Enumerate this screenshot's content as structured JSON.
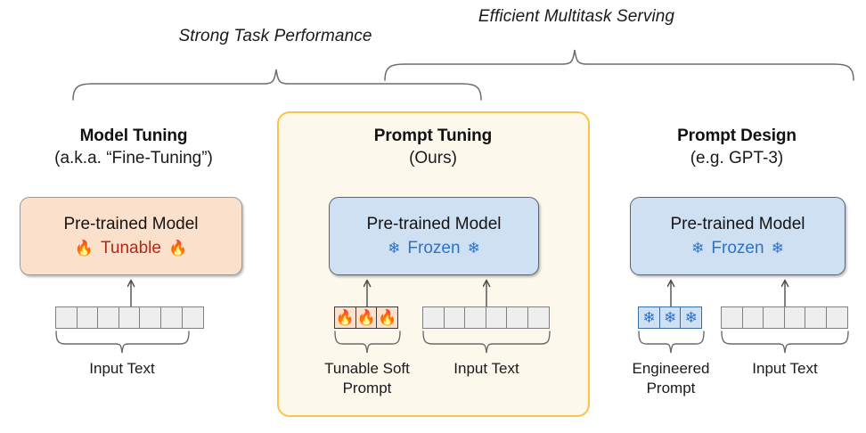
{
  "brackets": [
    {
      "label": "Strong Task Performance"
    },
    {
      "label": "Efficient Multitask Serving"
    }
  ],
  "columns": [
    {
      "id": "model-tuning",
      "title": "Model Tuning",
      "subtitle": "(a.k.a. “Fine-Tuning”)",
      "highlighted": false,
      "model_box": {
        "line1": "Pre-trained Model",
        "line2": "Tunable",
        "state": "tunable",
        "icon_left": "fire-icon",
        "icon_right": "fire-icon",
        "icon_glyph": "🔥"
      },
      "groups": [
        {
          "label": "Input Text",
          "cells": 7,
          "kind": "plain",
          "glyph": ""
        }
      ]
    },
    {
      "id": "prompt-tuning",
      "title": "Prompt Tuning",
      "subtitle": "(Ours)",
      "highlighted": true,
      "model_box": {
        "line1": "Pre-trained Model",
        "line2": "Frozen",
        "state": "frozen",
        "icon_left": "snowflake-icon",
        "icon_right": "snowflake-icon",
        "icon_glyph": "❄"
      },
      "groups": [
        {
          "label": "Tunable Soft\nPrompt",
          "cells": 3,
          "kind": "fire",
          "glyph": "🔥"
        },
        {
          "label": "Input Text",
          "cells": 6,
          "kind": "plain",
          "glyph": ""
        }
      ]
    },
    {
      "id": "prompt-design",
      "title": "Prompt Design",
      "subtitle": "(e.g. GPT-3)",
      "highlighted": false,
      "model_box": {
        "line1": "Pre-trained Model",
        "line2": "Frozen",
        "state": "frozen",
        "icon_left": "snowflake-icon",
        "icon_right": "snowflake-icon",
        "icon_glyph": "❄"
      },
      "groups": [
        {
          "label": "Engineered\nPrompt",
          "cells": 3,
          "kind": "snow",
          "glyph": "❄"
        },
        {
          "label": "Input Text",
          "cells": 6,
          "kind": "plain",
          "glyph": ""
        }
      ]
    }
  ],
  "colors": {
    "highlight_border": "#fbc34a",
    "highlight_fill": "#fdf8ec",
    "tunable_fill": "#fbe0cb",
    "tunable_text": "#b02a17",
    "frozen_fill": "#cfe0f3",
    "frozen_text": "#2f72c4",
    "token_fill": "#eeeeee",
    "stroke": "#555555"
  }
}
